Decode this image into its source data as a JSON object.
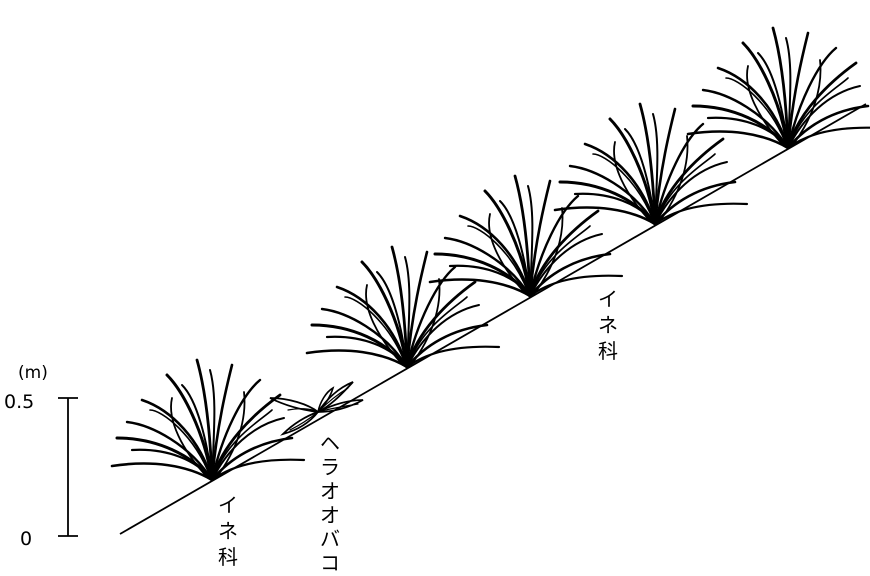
{
  "scale": {
    "unit": "(m)",
    "top_label": "0.5",
    "bottom_label": "0"
  },
  "labels": {
    "grass_lower": [
      "イ",
      "ネ",
      "科"
    ],
    "plantain": [
      "ヘ",
      "ラ",
      "オ",
      "オ",
      "バ",
      "コ"
    ],
    "grass_upper": [
      "イ",
      "ネ",
      "科"
    ]
  },
  "colors": {
    "ink": "#000000",
    "background": "#ffffff"
  },
  "plants": [
    {
      "kind": "grass",
      "icon": "grass-tuft-icon"
    },
    {
      "kind": "plantain",
      "icon": "plantain-rosette-icon"
    },
    {
      "kind": "grass",
      "icon": "grass-tuft-icon"
    },
    {
      "kind": "grass",
      "icon": "grass-tuft-icon"
    },
    {
      "kind": "grass",
      "icon": "grass-tuft-icon"
    },
    {
      "kind": "grass",
      "icon": "grass-tuft-icon"
    }
  ]
}
